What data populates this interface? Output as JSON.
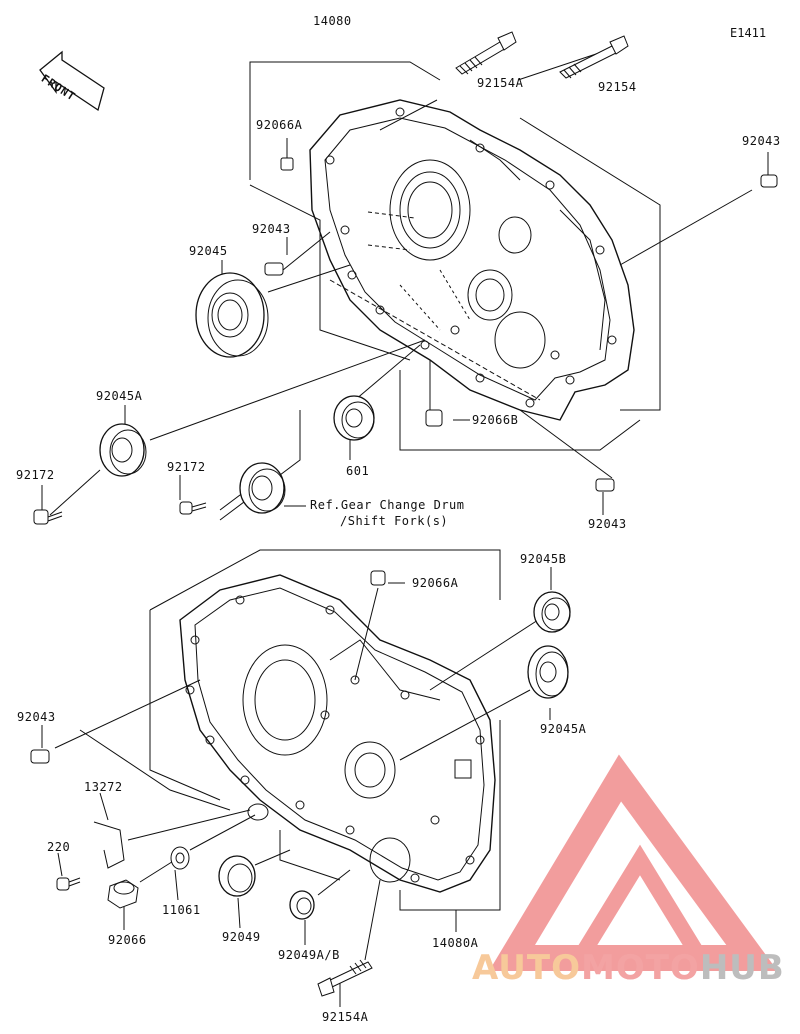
{
  "diagram": {
    "code": "E1411",
    "front_label": "FRONT",
    "reference_note_line1": "Ref.Gear Change Drum",
    "reference_note_line2": "/Shift Fork(s)"
  },
  "parts": {
    "p14080": "14080",
    "p92154A_top": "92154A",
    "p92154_top": "92154",
    "p92066A_top": "92066A",
    "p92043_top_right": "92043",
    "p92043_top_center": "92043",
    "p92045": "92045",
    "p92045A_left": "92045A",
    "p92172_left": "92172",
    "p92172_center": "92172",
    "p92066B": "92066B",
    "p601": "601",
    "p92043_mid_right": "92043",
    "p92045B": "92045B",
    "p92066A_mid": "92066A",
    "p92045A_right": "92045A",
    "p92043_lower_left": "92043",
    "p13272": "13272",
    "p220": "220",
    "p11061": "11061",
    "p92066": "92066",
    "p92049": "92049",
    "p92049AB": "92049A/B",
    "p14080A": "14080A",
    "p92154A_bottom": "92154A"
  },
  "watermark": {
    "part1": "AUTO",
    "part2": "MOTO",
    "part3": "HUB",
    "color_auto": "#f7c99a",
    "color_moto": "#f3a3a3",
    "color_hub": "#bdbdbd",
    "logo_color": "#f08c8c"
  }
}
